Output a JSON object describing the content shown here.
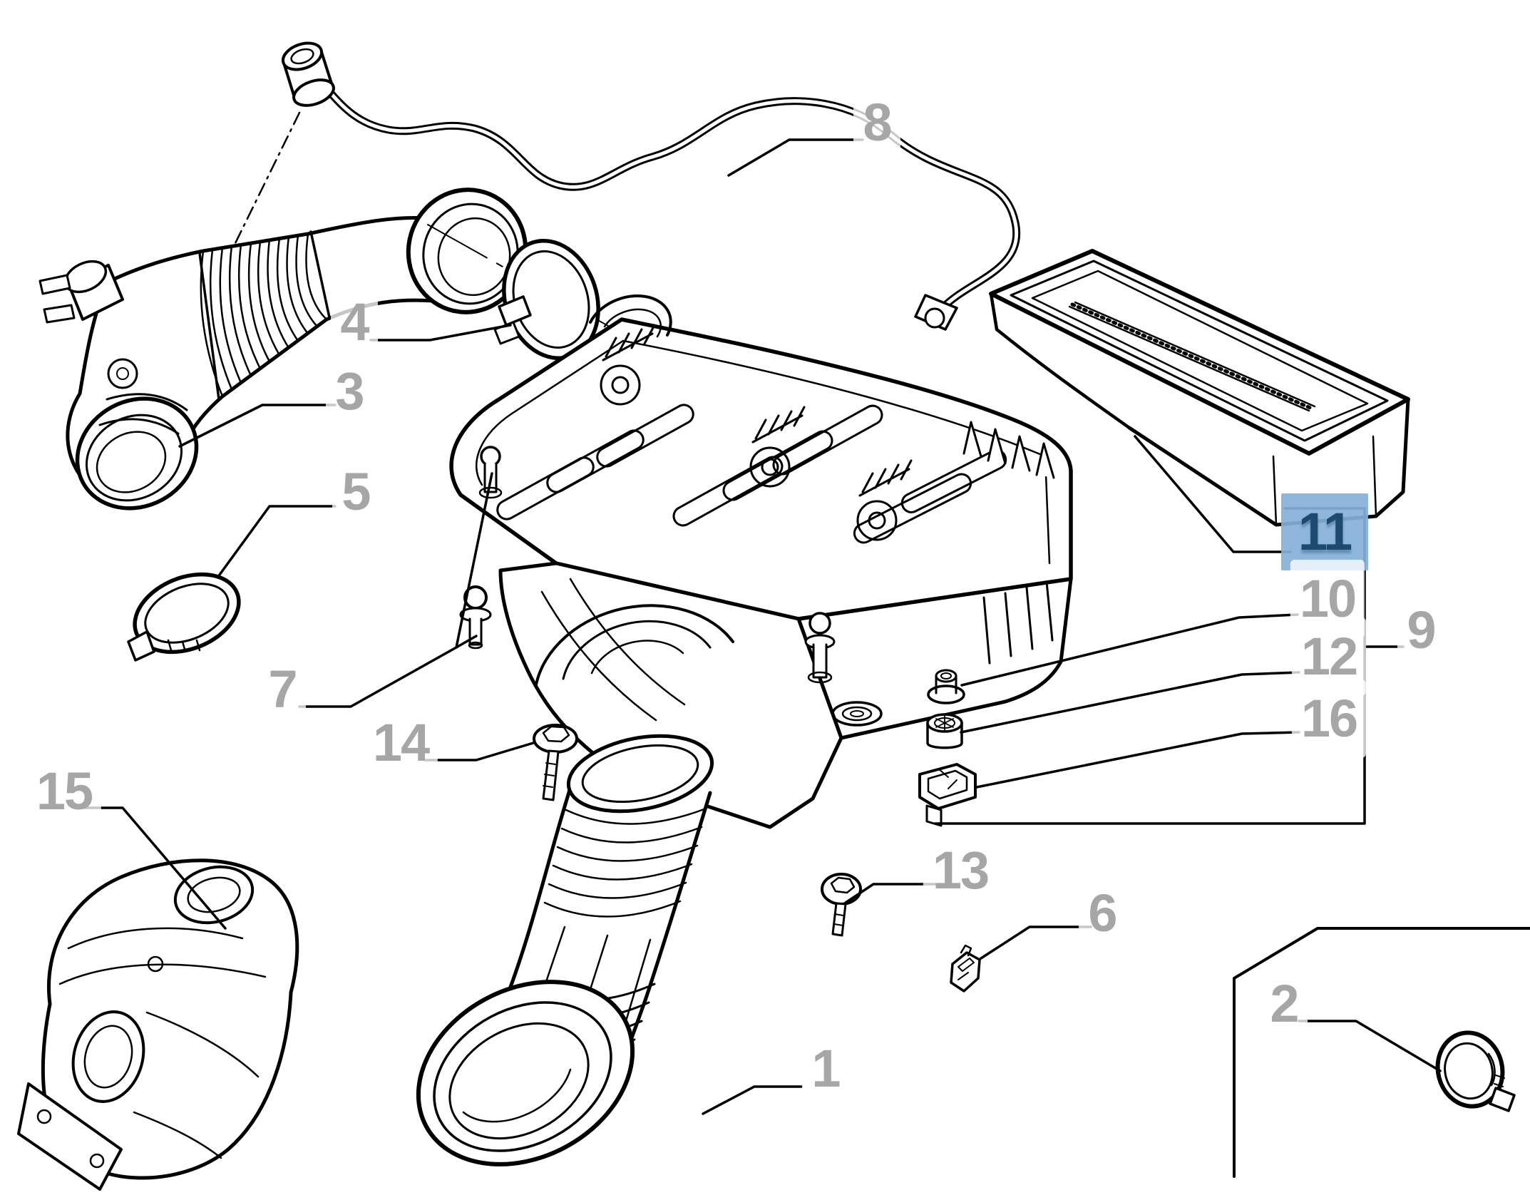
{
  "diagram": {
    "type": "exploded-parts-diagram",
    "subject": "air-cleaner-and-intake-ducts",
    "background_color": "#ffffff",
    "line_color": "#000000",
    "callout_text_color": "#a6a6a6",
    "callout_box_color": "#ffffff",
    "selected_callout": "11",
    "selected_bg_color": "#84b1d8",
    "selected_text_color": "#1d4a70",
    "callouts": {
      "n1": {
        "label": "1"
      },
      "n2": {
        "label": "2"
      },
      "n3": {
        "label": "3"
      },
      "n4": {
        "label": "4"
      },
      "n5": {
        "label": "5"
      },
      "n6": {
        "label": "6"
      },
      "n7": {
        "label": "7"
      },
      "n8": {
        "label": "8"
      },
      "n9": {
        "label": "9"
      },
      "n10": {
        "label": "10"
      },
      "n11": {
        "label": "11"
      },
      "n12": {
        "label": "12"
      },
      "n13": {
        "label": "13"
      },
      "n14": {
        "label": "14"
      },
      "n15": {
        "label": "15"
      },
      "n16": {
        "label": "16"
      }
    }
  }
}
